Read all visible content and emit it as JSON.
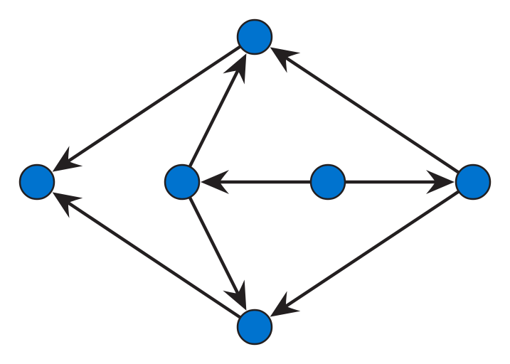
{
  "colors": {
    "node_fill": "#0073cf",
    "node_stroke": "#231f20",
    "edge": "#231f20",
    "background": "#ffffff"
  },
  "graph": {
    "type": "directed-graph",
    "node_count": 6,
    "nodes": [
      {
        "id": "left"
      },
      {
        "id": "top"
      },
      {
        "id": "bottom"
      },
      {
        "id": "center-left"
      },
      {
        "id": "center-right"
      },
      {
        "id": "right"
      }
    ],
    "edges": [
      {
        "from": "top",
        "to": "left"
      },
      {
        "from": "bottom",
        "to": "left"
      },
      {
        "from": "center-left",
        "to": "top"
      },
      {
        "from": "center-left",
        "to": "bottom"
      },
      {
        "from": "center-right",
        "to": "center-left"
      },
      {
        "from": "center-right",
        "to": "right"
      },
      {
        "from": "right",
        "to": "top"
      },
      {
        "from": "right",
        "to": "bottom"
      }
    ]
  }
}
